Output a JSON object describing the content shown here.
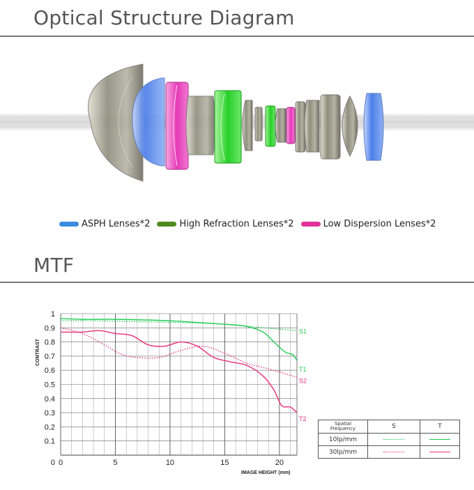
{
  "sections": {
    "optical_title": "Optical Structure Diagram",
    "mtf_title": "MTF"
  },
  "legend": [
    {
      "label": "ASPH Lenses*2",
      "color": "#3a8de0"
    },
    {
      "label": "High Refraction Lenses*2",
      "color": "#4f8a1f"
    },
    {
      "label": "Low Dispersion Lenses*2",
      "color": "#e0329a"
    }
  ],
  "colors": {
    "asph": "#4a82e6",
    "high_refraction": "#33dd33",
    "low_dispersion": "#ee33bb",
    "glass": "#9a9888",
    "mtf_10": "#22cc55",
    "mtf_30": "#e8307a"
  },
  "chart_data": {
    "type": "line",
    "ylabel": "CONTRAST",
    "xlabel": "IMAGE HEIGHT  (mm)",
    "xlim": [
      0,
      21.6
    ],
    "ylim": [
      0,
      1
    ],
    "x_ticks": [
      "0",
      "5",
      "10",
      "15",
      "20"
    ],
    "y_ticks": [
      "1",
      "0.9",
      "0.8",
      "0.7",
      "0.6",
      "0.5",
      "0.4",
      "0.3",
      "0.2",
      "0.1"
    ],
    "grid": true,
    "series": [
      {
        "name": "S1",
        "style": "dotted",
        "color": "#22cc55",
        "x": [
          0,
          3,
          6,
          9,
          12,
          15,
          18,
          20,
          21.6
        ],
        "y": [
          0.95,
          0.95,
          0.945,
          0.94,
          0.935,
          0.925,
          0.905,
          0.89,
          0.88
        ]
      },
      {
        "name": "T1",
        "style": "solid",
        "color": "#22cc55",
        "x": [
          0,
          2,
          5,
          8,
          10,
          12,
          15,
          17,
          18.5,
          19.5,
          20.5,
          21.2,
          21.6
        ],
        "y": [
          0.965,
          0.96,
          0.96,
          0.955,
          0.95,
          0.94,
          0.925,
          0.91,
          0.87,
          0.8,
          0.73,
          0.71,
          0.67
        ]
      },
      {
        "name": "S2",
        "style": "dotted",
        "color": "#e8307a",
        "x": [
          0,
          2,
          4,
          5.5,
          7,
          9,
          11,
          13,
          15,
          17,
          19,
          21.6
        ],
        "y": [
          0.9,
          0.86,
          0.78,
          0.715,
          0.69,
          0.69,
          0.74,
          0.77,
          0.72,
          0.65,
          0.61,
          0.55
        ]
      },
      {
        "name": "T2",
        "style": "solid",
        "color": "#e8307a",
        "x": [
          0,
          2,
          3.5,
          5,
          6.5,
          8,
          9.5,
          11,
          12.5,
          14,
          15.5,
          17,
          18.5,
          19.5,
          20.2,
          21,
          21.6
        ],
        "y": [
          0.87,
          0.87,
          0.88,
          0.86,
          0.845,
          0.78,
          0.77,
          0.8,
          0.77,
          0.69,
          0.66,
          0.635,
          0.56,
          0.46,
          0.35,
          0.34,
          0.3
        ]
      }
    ],
    "series_labels": [
      "S1",
      "T1",
      "S2",
      "T2"
    ]
  },
  "freq_table": {
    "header": [
      "Spatial\nFrequency",
      "S",
      "T"
    ],
    "rows": [
      "10lp/mm",
      "30lp/mm"
    ]
  }
}
